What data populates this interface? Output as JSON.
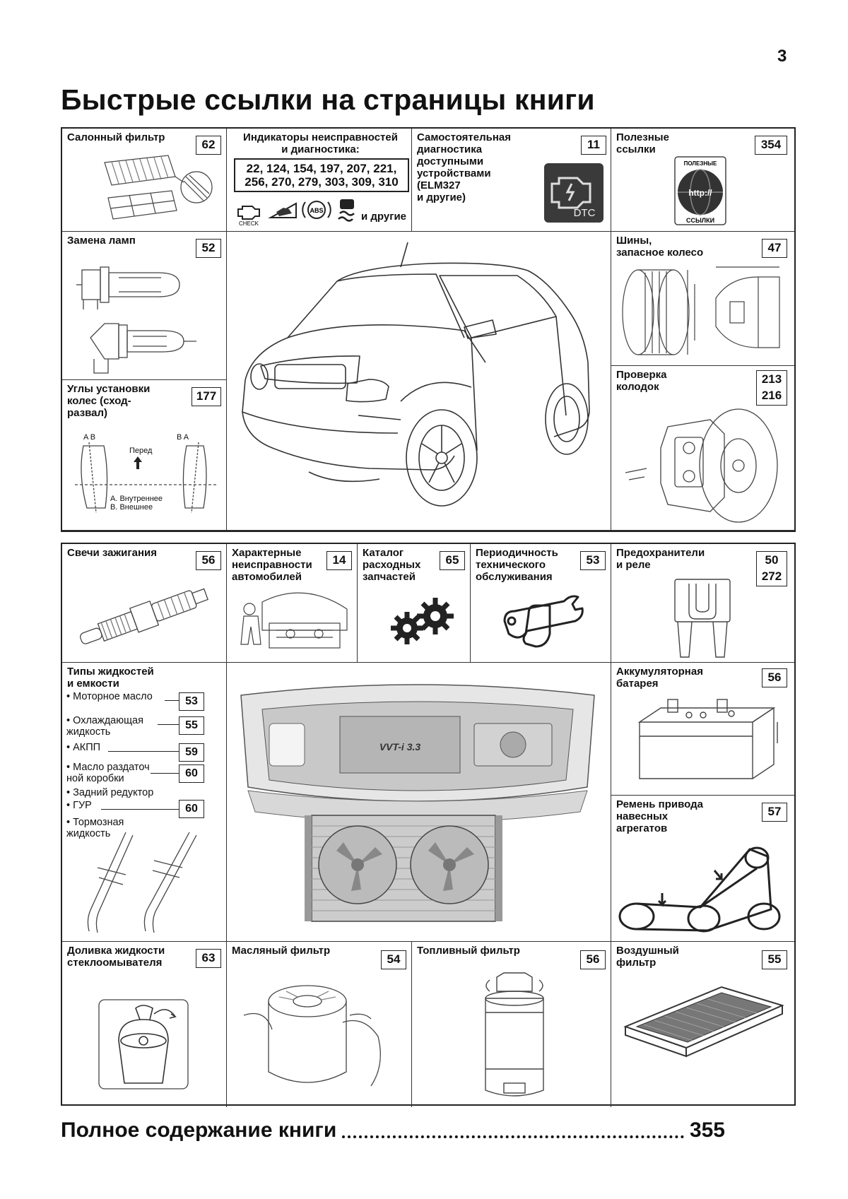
{
  "page_number": "3",
  "title": "Быстрые ссылки на страницы книги",
  "sections": {
    "cabin_filter": {
      "label": "Салонный фильтр",
      "page": "62"
    },
    "diagnostics": {
      "label": "Индикаторы неисправностей\nи диагностика:",
      "pages": "22, 124, 154, 197, 207, 221,\n256, 270, 279, 303, 309, 310",
      "check_text": "CHECK",
      "abs_text": "ABS",
      "others": "и другие"
    },
    "self_diag": {
      "label": "Самостоятельная\nдиагностика\nдоступными\nустройствами\n(ELM327\nи другие)",
      "page": "11",
      "dtc_text": "DTC"
    },
    "useful_links": {
      "label": "Полезные\nссылки",
      "page": "354",
      "badge_top": "ПОЛЕЗНЫЕ",
      "badge_mid": "http://",
      "badge_bottom": "ССЫЛКИ"
    },
    "lamps": {
      "label": "Замена ламп",
      "page": "52"
    },
    "tires": {
      "label": "Шины,\nзапасное колесо",
      "page": "47"
    },
    "alignment": {
      "label": "Углы установки\nколес (сход-\nразвал)",
      "page": "177",
      "front_label": "Перед",
      "ab_left": "A  B",
      "ab_right": "B  A",
      "legend": "A. Внутреннее\nB. Внешнее"
    },
    "brake_pads": {
      "label": "Проверка\nколодок",
      "pages": "213\n216"
    },
    "spark_plugs": {
      "label": "Свечи зажигания",
      "page": "56"
    },
    "characteristics": {
      "label": "Характерные\nнеисправности\nавтомобилей",
      "page": "14"
    },
    "parts_catalog": {
      "label": "Каталог\nрасходных\nзапчастей",
      "page": "65"
    },
    "maintenance": {
      "label": "Периодичность\nтехнического\nобслуживания",
      "page": "53"
    },
    "fuses": {
      "label": "Предохранители\nи реле",
      "pages": "50\n272"
    },
    "fluids": {
      "label": "Типы жидкостей\nи емкости",
      "items": [
        {
          "name": "• Моторное масло",
          "page": "53"
        },
        {
          "name": "• Охлаждающая\n  жидкость",
          "page": "55"
        },
        {
          "name": "• АКПП",
          "page": "59"
        },
        {
          "name": "• Масло раздаточ\n  ной коробки",
          "page": "60"
        },
        {
          "name": "• Задний редуктор",
          "page": ""
        },
        {
          "name": "• ГУР",
          "page": "60"
        },
        {
          "name": "• Тормозная\n  жидкость",
          "page": ""
        }
      ]
    },
    "battery": {
      "label": "Аккумуляторная\nбатарея",
      "page": "56"
    },
    "belt": {
      "label": "Ремень привода\nнавесных\nагрегатов",
      "page": "57"
    },
    "washer": {
      "label": "Доливка жидкости\nстеклоомывателя",
      "page": "63"
    },
    "oil_filter": {
      "label": "Масляный фильтр",
      "page": "54"
    },
    "fuel_filter": {
      "label": "Топливный фильтр",
      "page": "56"
    },
    "air_filter": {
      "label": "Воздушный\nфильтр",
      "page": "55"
    }
  },
  "engine_text": "VVT-i 3.3",
  "footer": {
    "label": "Полное содержание книги",
    "page": "355"
  },
  "colors": {
    "ink": "#111111",
    "border": "#333333",
    "illustration": "#555555"
  }
}
